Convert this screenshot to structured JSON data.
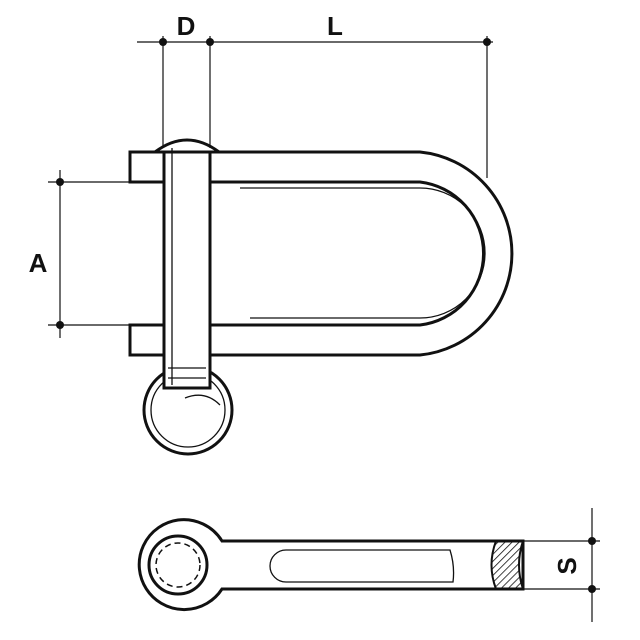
{
  "dimensions": {
    "D": "D",
    "L": "L",
    "A": "A",
    "S": "S"
  }
}
